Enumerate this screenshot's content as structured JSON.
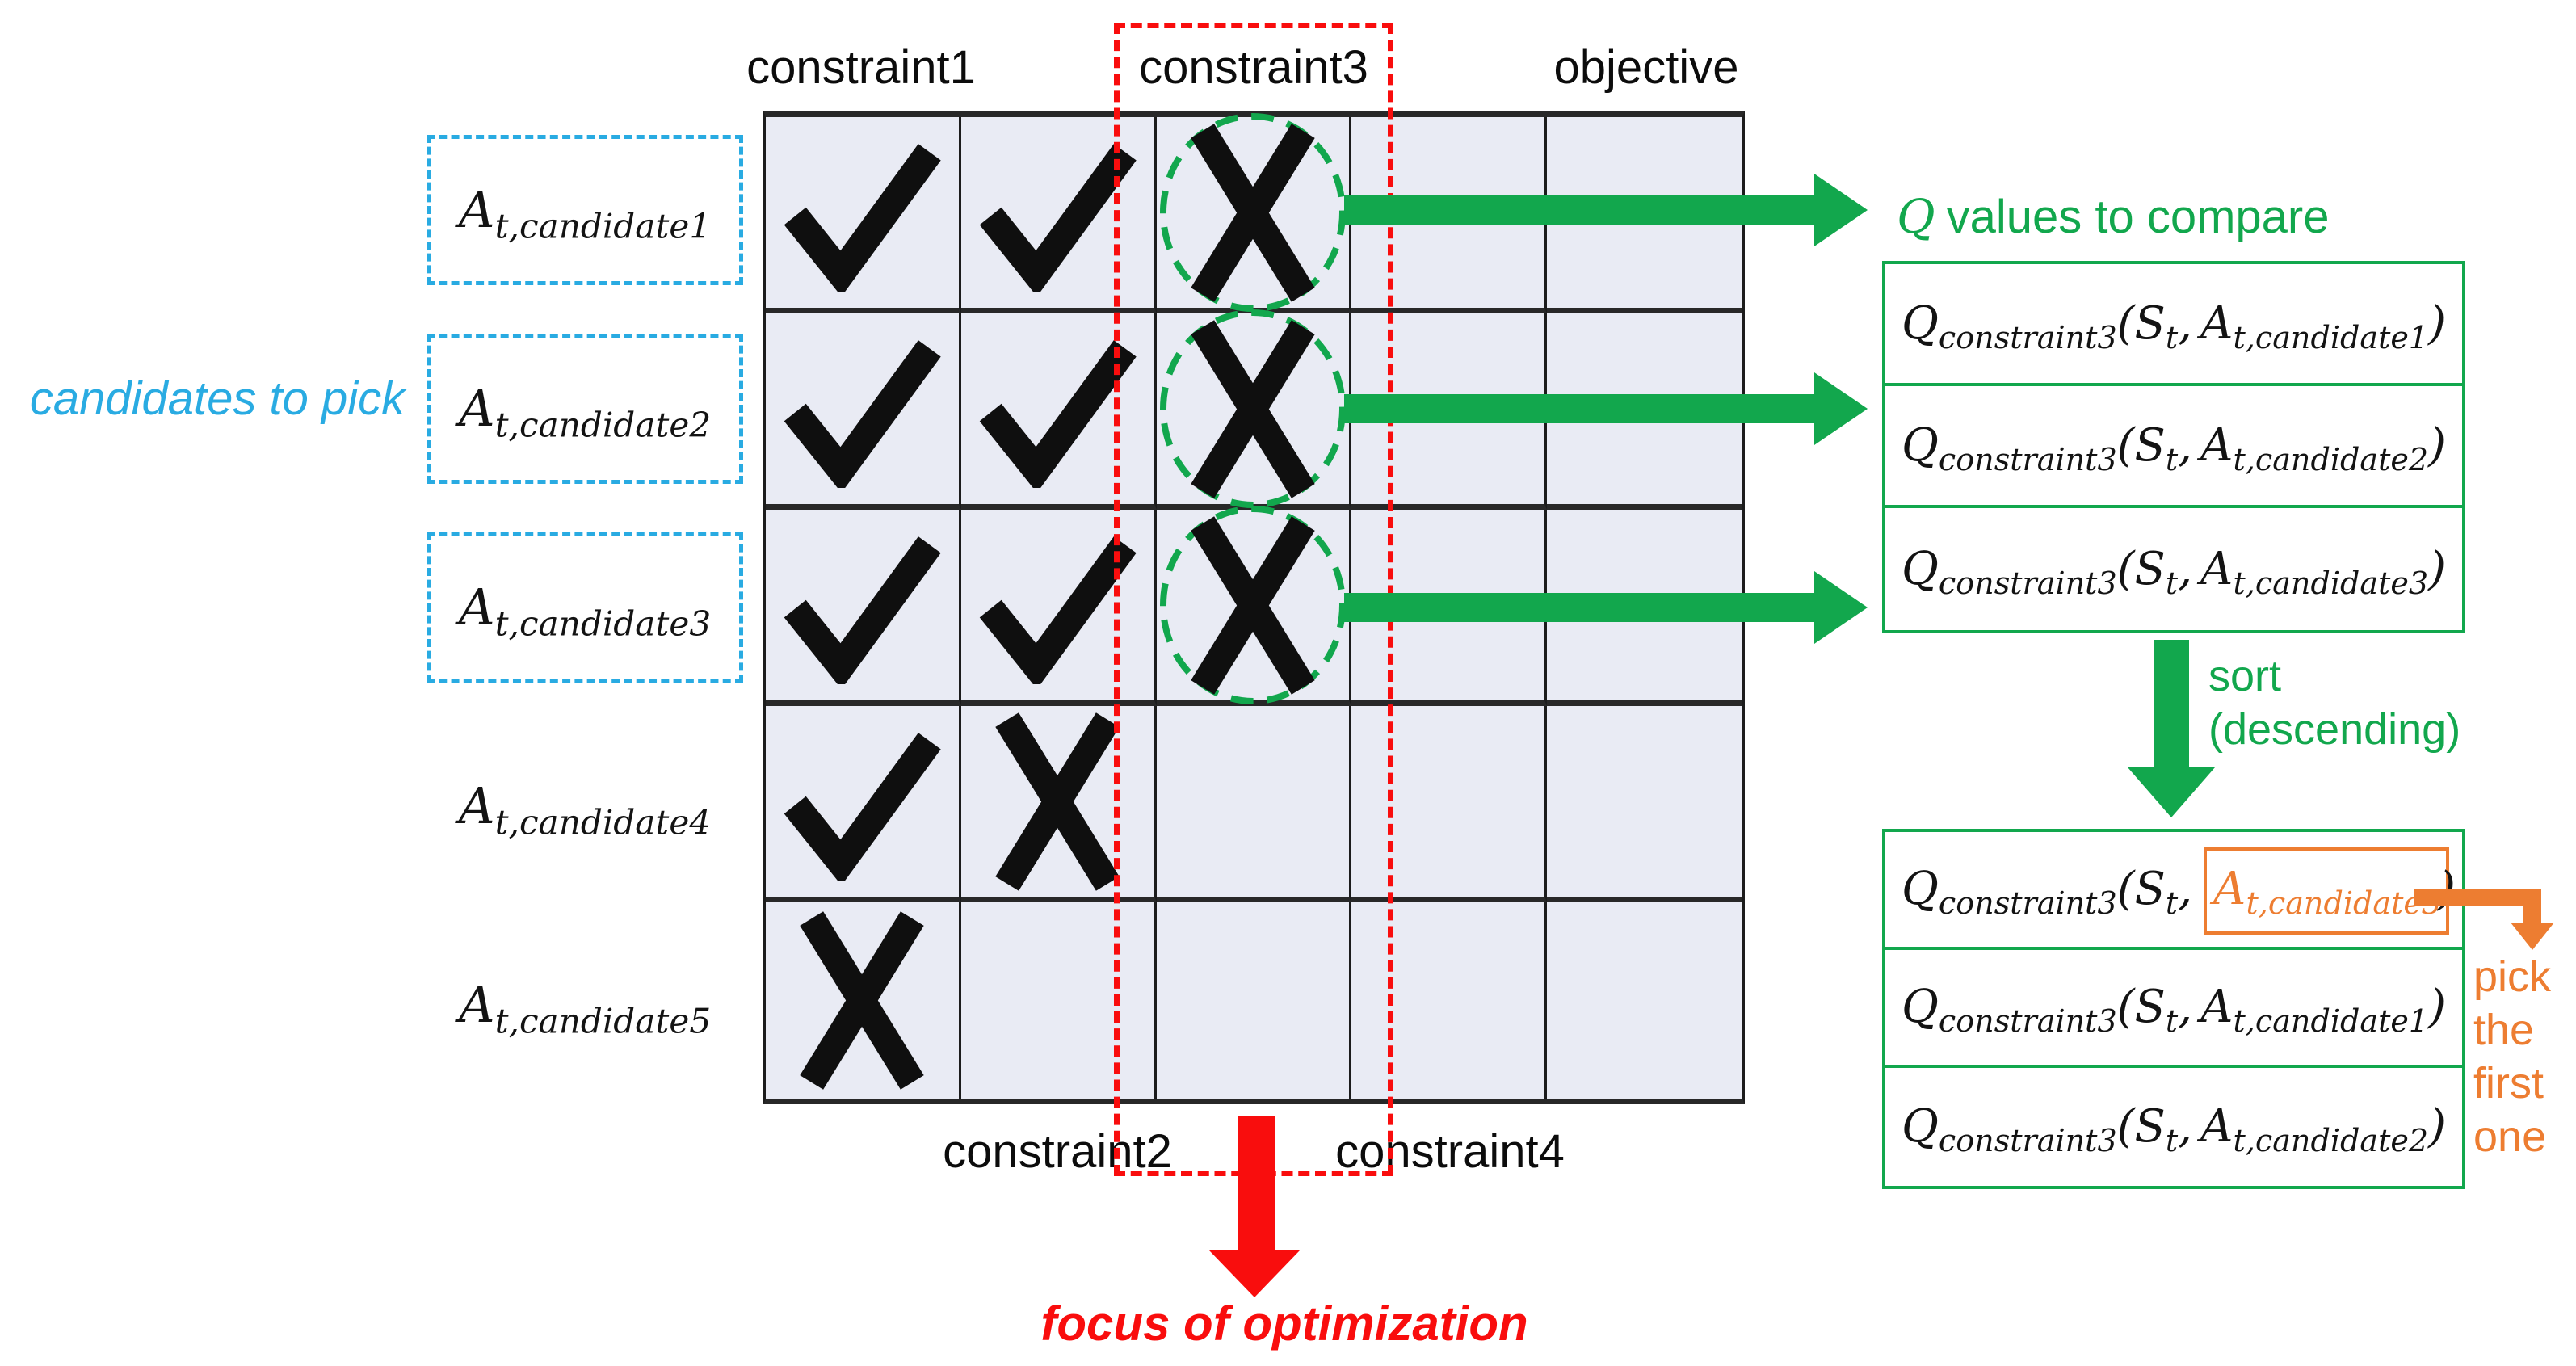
{
  "colors": {
    "green": "#12a74d",
    "red": "#f90d0d",
    "blue": "#29abe2",
    "orange": "#ed7d31",
    "cell_fill": "#e9ebf4",
    "grid_line": "#1c1c1c",
    "mark_ink": "#0f0f0f"
  },
  "matrix": {
    "top_labels": [
      "constraint1",
      "constraint3",
      "objective"
    ],
    "bottom_labels": [
      "constraint2",
      "constraint4"
    ],
    "rows": [
      [
        "check",
        "check",
        "cross-circled",
        "",
        ""
      ],
      [
        "check",
        "check",
        "cross-circled",
        "",
        ""
      ],
      [
        "check",
        "check",
        "cross-circled",
        "",
        ""
      ],
      [
        "check",
        "cross",
        "",
        "",
        ""
      ],
      [
        "cross",
        "",
        "",
        "",
        ""
      ]
    ]
  },
  "candidates": {
    "caption": "candidates to pick",
    "items": [
      {
        "base": "A",
        "sub": "t,candidate1",
        "boxed": true
      },
      {
        "base": "A",
        "sub": "t,candidate2",
        "boxed": true
      },
      {
        "base": "A",
        "sub": "t,candidate3",
        "boxed": true
      },
      {
        "base": "A",
        "sub": "t,candidate4",
        "boxed": false
      },
      {
        "base": "A",
        "sub": "t,candidate5",
        "boxed": false
      }
    ]
  },
  "q_compare": {
    "heading": {
      "q": "Q",
      "rest": "values to compare"
    },
    "boxes": [
      {
        "fn": "Q",
        "fn_sub": "constraint3",
        "lparen": "(",
        "s": "S",
        "s_sub": "t",
        "comma": ",",
        "a": "A",
        "a_sub": "t,candidate1",
        "rparen": ")",
        "highlighted": false
      },
      {
        "fn": "Q",
        "fn_sub": "constraint3",
        "lparen": "(",
        "s": "S",
        "s_sub": "t",
        "comma": ",",
        "a": "A",
        "a_sub": "t,candidate2",
        "rparen": ")",
        "highlighted": false
      },
      {
        "fn": "Q",
        "fn_sub": "constraint3",
        "lparen": "(",
        "s": "S",
        "s_sub": "t",
        "comma": ",",
        "a": "A",
        "a_sub": "t,candidate3",
        "rparen": ")",
        "highlighted": false
      }
    ]
  },
  "sort_arrow": {
    "line1": "sort",
    "line2": "(descending)"
  },
  "q_sorted": {
    "boxes": [
      {
        "fn": "Q",
        "fn_sub": "constraint3",
        "lparen": "(",
        "s": "S",
        "s_sub": "t",
        "comma": ",",
        "a": "A",
        "a_sub": "t,candidate3",
        "rparen": ")",
        "highlighted": true
      },
      {
        "fn": "Q",
        "fn_sub": "constraint3",
        "lparen": "(",
        "s": "S",
        "s_sub": "t",
        "comma": ",",
        "a": "A",
        "a_sub": "t,candidate1",
        "rparen": ")",
        "highlighted": false
      },
      {
        "fn": "Q",
        "fn_sub": "constraint3",
        "lparen": "(",
        "s": "S",
        "s_sub": "t",
        "comma": ",",
        "a": "A",
        "a_sub": "t,candidate2",
        "rparen": ")",
        "highlighted": false
      }
    ]
  },
  "pick_note": {
    "lines": [
      "pick",
      "the",
      "first",
      "one"
    ]
  },
  "focus_note": "focus of optimization"
}
